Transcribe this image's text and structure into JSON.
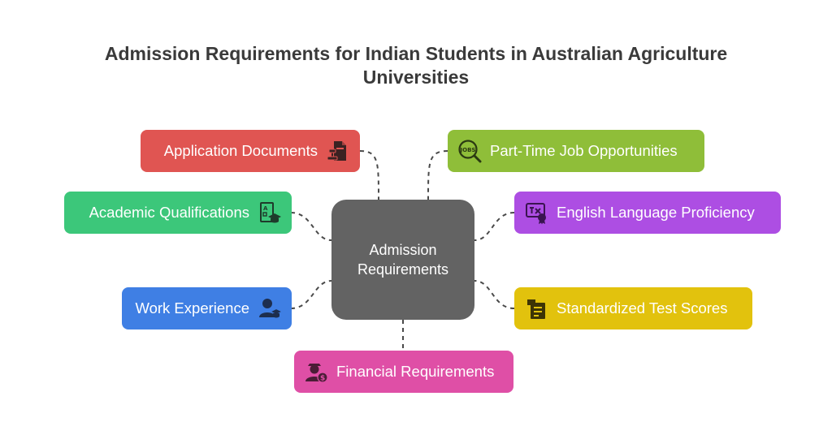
{
  "title": "Admission Requirements for Indian Students in Australian Agriculture Universities",
  "center": {
    "label": "Admission Requirements",
    "color": "#636363"
  },
  "nodes": {
    "application_documents": {
      "label": "Application Documents",
      "color": "#e05552",
      "icon": "document-stamp-icon"
    },
    "academic_qualifications": {
      "label": "Academic Qualifications",
      "color": "#3cc77a",
      "icon": "graduation-certificate-icon"
    },
    "work_experience": {
      "label": "Work Experience",
      "color": "#3f7fe4",
      "icon": "graduate-person-icon"
    },
    "financial_requirements": {
      "label": "Financial Requirements",
      "color": "#df4fa6",
      "icon": "person-money-icon"
    },
    "part_time_jobs": {
      "label": "Part-Time Job Opportunities",
      "color": "#8fbe39",
      "icon": "jobs-search-icon",
      "icon_text": "JOBS"
    },
    "english_proficiency": {
      "label": "English Language Proficiency",
      "color": "#ad4ee3",
      "icon": "language-certificate-icon"
    },
    "standardized_tests": {
      "label": "Standardized Test Scores",
      "color": "#e2c20d",
      "icon": "test-sheet-icon"
    }
  }
}
